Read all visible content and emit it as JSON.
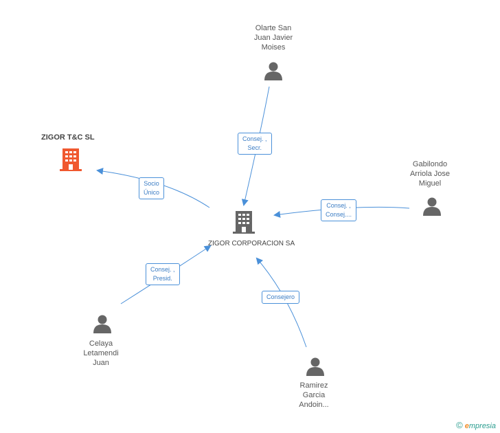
{
  "center": {
    "name_lines": [
      "ZIGOR",
      "CORPORACION SA"
    ],
    "color": "#666666"
  },
  "company": {
    "name": "ZIGOR T&C SL",
    "color": "#f0582f"
  },
  "people": [
    {
      "id": "olarte",
      "lines": [
        "Olarte San",
        "Juan Javier",
        "Moises"
      ]
    },
    {
      "id": "gabilondo",
      "lines": [
        "Gabilondo",
        "Arriola Jose",
        "Miguel"
      ]
    },
    {
      "id": "celaya",
      "lines": [
        "Celaya",
        "Letamendi",
        "Juan"
      ]
    },
    {
      "id": "ramirez",
      "lines": [
        "Ramirez",
        "Garcia",
        "Andoin..."
      ]
    }
  ],
  "edges": [
    {
      "id": "socio",
      "lines": [
        "Socio",
        "Único"
      ]
    },
    {
      "id": "olarte",
      "lines": [
        "Consej. ,",
        "Secr."
      ]
    },
    {
      "id": "gabilondo",
      "lines": [
        "Consej. ,",
        "Consej...."
      ]
    },
    {
      "id": "celaya",
      "lines": [
        "Consej. ,",
        "Presid."
      ]
    },
    {
      "id": "ramirez",
      "lines": [
        "Consejero"
      ]
    }
  ],
  "colors": {
    "edge": "#4a90d9",
    "person": "#666666"
  },
  "brand": {
    "copyright": "©",
    "initial": "e",
    "rest": "mpresia"
  }
}
